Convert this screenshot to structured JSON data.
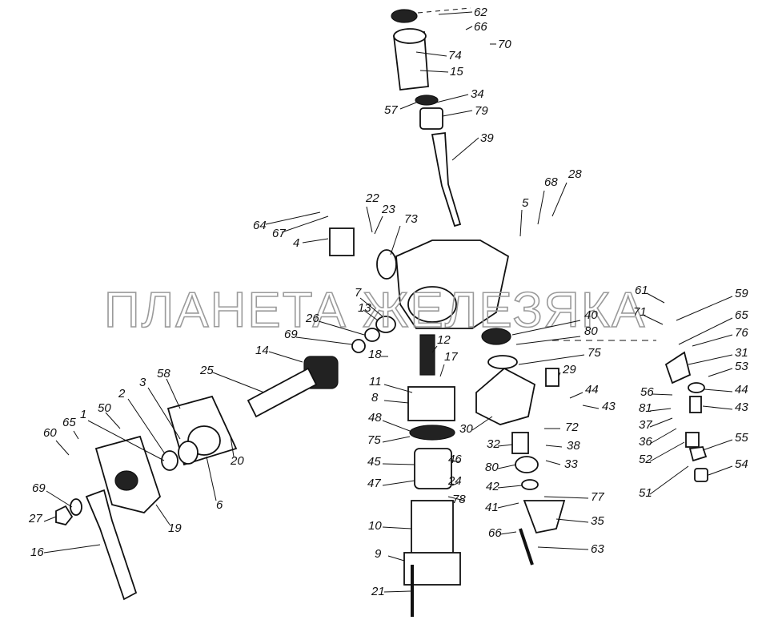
{
  "watermark": "ПЛАНЕТА ЖЕЛЕЗЯКА",
  "labels": [
    "62",
    "66",
    "70",
    "74",
    "15",
    "34",
    "57",
    "79",
    "39",
    "22",
    "23",
    "73",
    "64",
    "67",
    "4",
    "5",
    "68",
    "28",
    "7",
    "13",
    "26",
    "69",
    "14",
    "18",
    "12",
    "17",
    "40",
    "80",
    "75",
    "11",
    "29",
    "8",
    "44",
    "43",
    "30",
    "48",
    "72",
    "75",
    "32",
    "38",
    "45",
    "46",
    "33",
    "47",
    "24",
    "80",
    "42",
    "78",
    "41",
    "77",
    "35",
    "10",
    "66",
    "63",
    "9",
    "21",
    "25",
    "58",
    "3",
    "2",
    "50",
    "1",
    "65",
    "60",
    "20",
    "6",
    "19",
    "69",
    "27",
    "16",
    "61",
    "59",
    "71",
    "65",
    "76",
    "31",
    "53",
    "56",
    "44",
    "81",
    "43",
    "37",
    "36",
    "55",
    "52",
    "54",
    "51"
  ]
}
